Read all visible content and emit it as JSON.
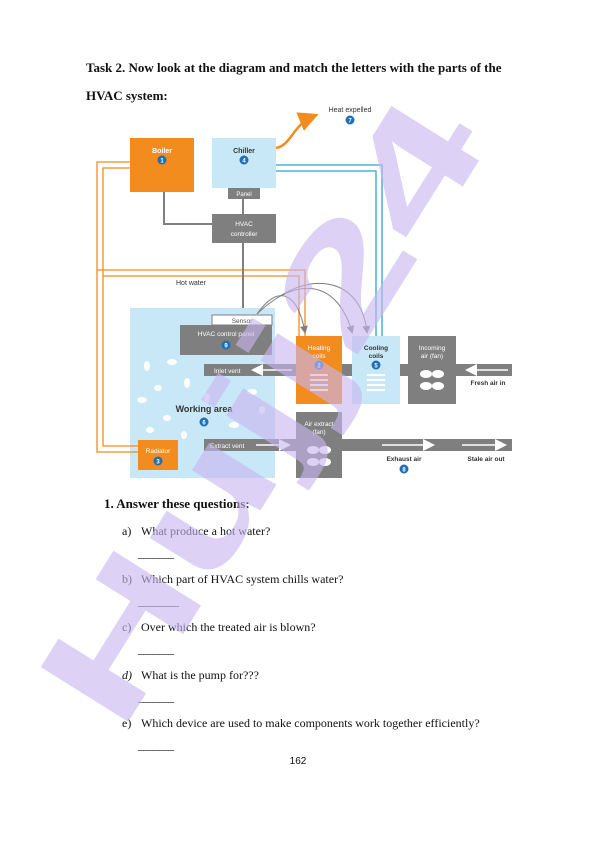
{
  "task": {
    "line1": "Task 2. Now look at the diagram and match the letters with the parts of the",
    "line2": "HVAC system:"
  },
  "diagram": {
    "heat_expelled": "Heat expelled",
    "n7": "7",
    "boiler": "Boiler",
    "n1": "1",
    "chiller": "Chiller",
    "n4": "4",
    "panel": "Panel",
    "controller_l1": "HVAC",
    "controller_l2": "controller",
    "hot_water": "Hot water",
    "sensor": "Sensor",
    "control_panel": "HVAC control panel",
    "n9": "9",
    "heating_l1": "Heating",
    "heating_l2": "coils",
    "n2": "2",
    "cooling_l1": "Cooling",
    "cooling_l2": "coils",
    "n5": "5",
    "incoming_l1": "Incoming",
    "incoming_l2": "air (fan)",
    "fresh_air": "Fresh air in",
    "inlet_vent": "Inlet vent",
    "working_area": "Working area",
    "n6": "6",
    "air_extract_l1": "Air extract",
    "air_extract_l2": "(fan)",
    "radiator": "Radiator",
    "n3": "3",
    "extract_vent": "Extract vent",
    "exhaust_air": "Exhaust air",
    "n8": "8",
    "stale_air": "Stale air out"
  },
  "questions": {
    "heading": "1.  Answer these questions:",
    "items": [
      {
        "letter": "a)",
        "text": "What produce a hot water?",
        "blank": "_______"
      },
      {
        "letter": "b)",
        "text": "Which part of HVAC system chills water?",
        "blank": "________"
      },
      {
        "letter": "c)",
        "text": "Over which the treated air is blown?",
        "blank": "_______"
      },
      {
        "letter": "d)",
        "text": "What is the pump for???",
        "blank": "_______"
      },
      {
        "letter": "e)",
        "text": "Which device are used to make components work together efficiently?",
        "blank": "_______"
      }
    ]
  },
  "page_number": "162",
  "watermark": "Hujj24",
  "colors": {
    "orange": "#f28c1e",
    "light_blue": "#c8e8f8",
    "grey": "#7f7f7f",
    "teal": "#2aa8c8",
    "watermark": "#c8b4f0"
  }
}
